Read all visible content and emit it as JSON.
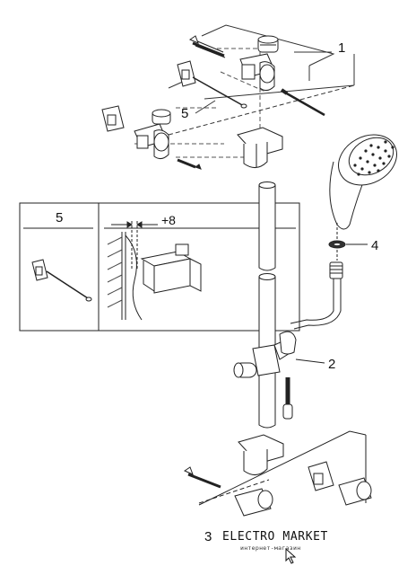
{
  "callouts": {
    "c1": "1",
    "c2": "2",
    "c3": "3",
    "c4": "4",
    "c5": "5"
  },
  "inset": {
    "part_label": "5",
    "dimension": "+8"
  },
  "watermark": {
    "brand": "ELECTRO MARKET",
    "tagline": "интернет-магазин"
  }
}
